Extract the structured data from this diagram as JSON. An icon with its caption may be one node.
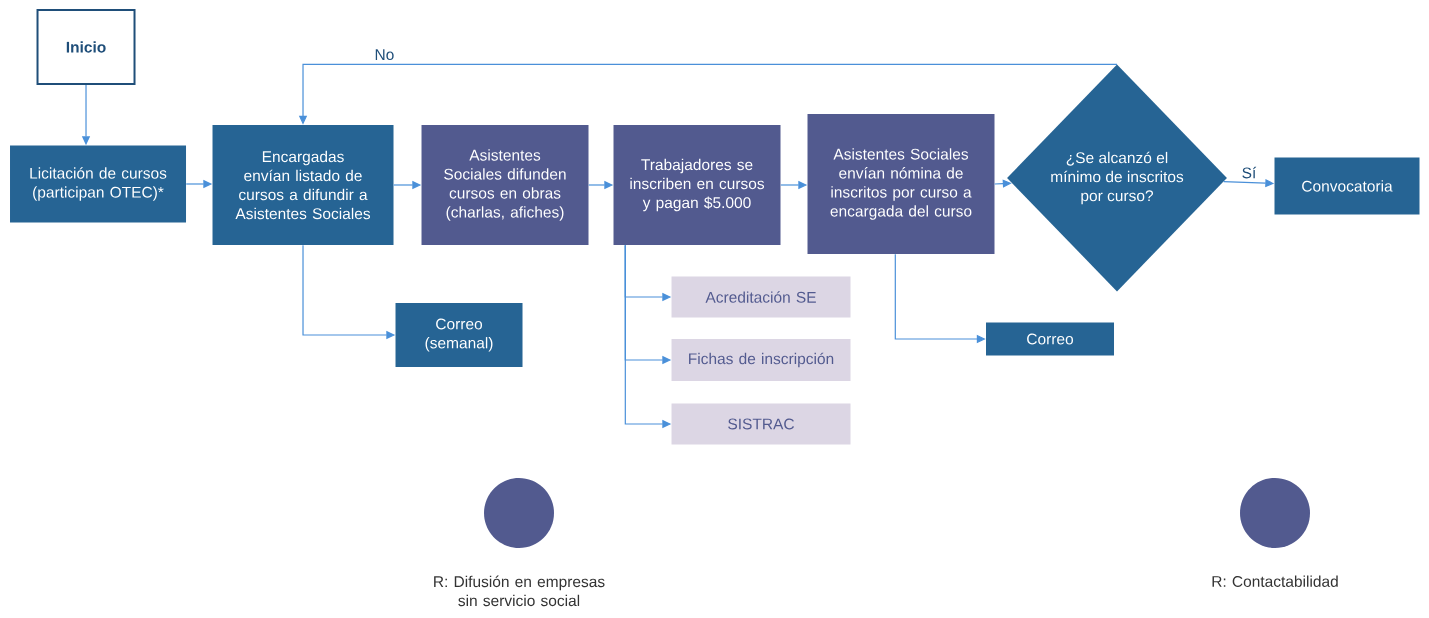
{
  "diagram": {
    "nodes": [
      {
        "text": [
          "Inicio"
        ]
      },
      {
        "text": [
          "Licitación de cursos (participan OTEC)*"
        ]
      },
      {
        "text": [
          "Encargadas envían listado de cursos a difundir a Asistentes Sociales"
        ]
      },
      {
        "text": [
          "Asistentes Sociales difunden cursos en obras (charlas, afiches)"
        ]
      },
      {
        "text": [
          "Trabajadores se inscriben en cursos y pagan $5.000"
        ]
      },
      {
        "text": [
          "Asistentes Sociales envían nómina de inscritos por curso a encargada del curso"
        ]
      },
      {
        "text": [
          "¿Se alcanzó el mínimo de inscritos por curso?"
        ]
      },
      {
        "text": [
          "Convocatoria"
        ]
      },
      {
        "text": [
          "Correo (semanal)"
        ]
      },
      {
        "text": [
          "Acreditación SE"
        ]
      },
      {
        "text": [
          "Fichas de inscripción"
        ]
      },
      {
        "text": [
          "SISTRAC"
        ]
      },
      {
        "text": [
          "Correo"
        ]
      },
      {
        "text": [],
        "shape": "circle",
        "beside": [
          "R: Difusión en empresas sin servicio social"
        ]
      },
      {
        "text": [],
        "shape": "circle",
        "beside": [
          "R: Contactabilidad"
        ]
      }
    ],
    "edges": [
      {
        "from": 0,
        "to": 1,
        "arrow": "to"
      },
      {
        "from": 1,
        "to": 2,
        "arrow": "to"
      },
      {
        "from": 2,
        "to": 3,
        "arrow": "to"
      },
      {
        "from": 3,
        "to": 4,
        "arrow": "to"
      },
      {
        "from": 4,
        "to": 5,
        "arrow": "to"
      },
      {
        "from": 5,
        "to": 6,
        "arrow": "to"
      },
      {
        "from": 6,
        "to": 7,
        "arrow": "to",
        "label": "Sí"
      },
      {
        "from": 6,
        "to": 2,
        "arrow": "to",
        "label": "No"
      },
      {
        "from": 2,
        "to": 8,
        "arrow": "to"
      },
      {
        "from": 4,
        "to": 9,
        "arrow": "to"
      },
      {
        "from": 4,
        "to": 10,
        "arrow": "to"
      },
      {
        "from": 4,
        "to": 11,
        "arrow": "to"
      },
      {
        "from": 5,
        "to": 12,
        "arrow": "to"
      }
    ]
  }
}
